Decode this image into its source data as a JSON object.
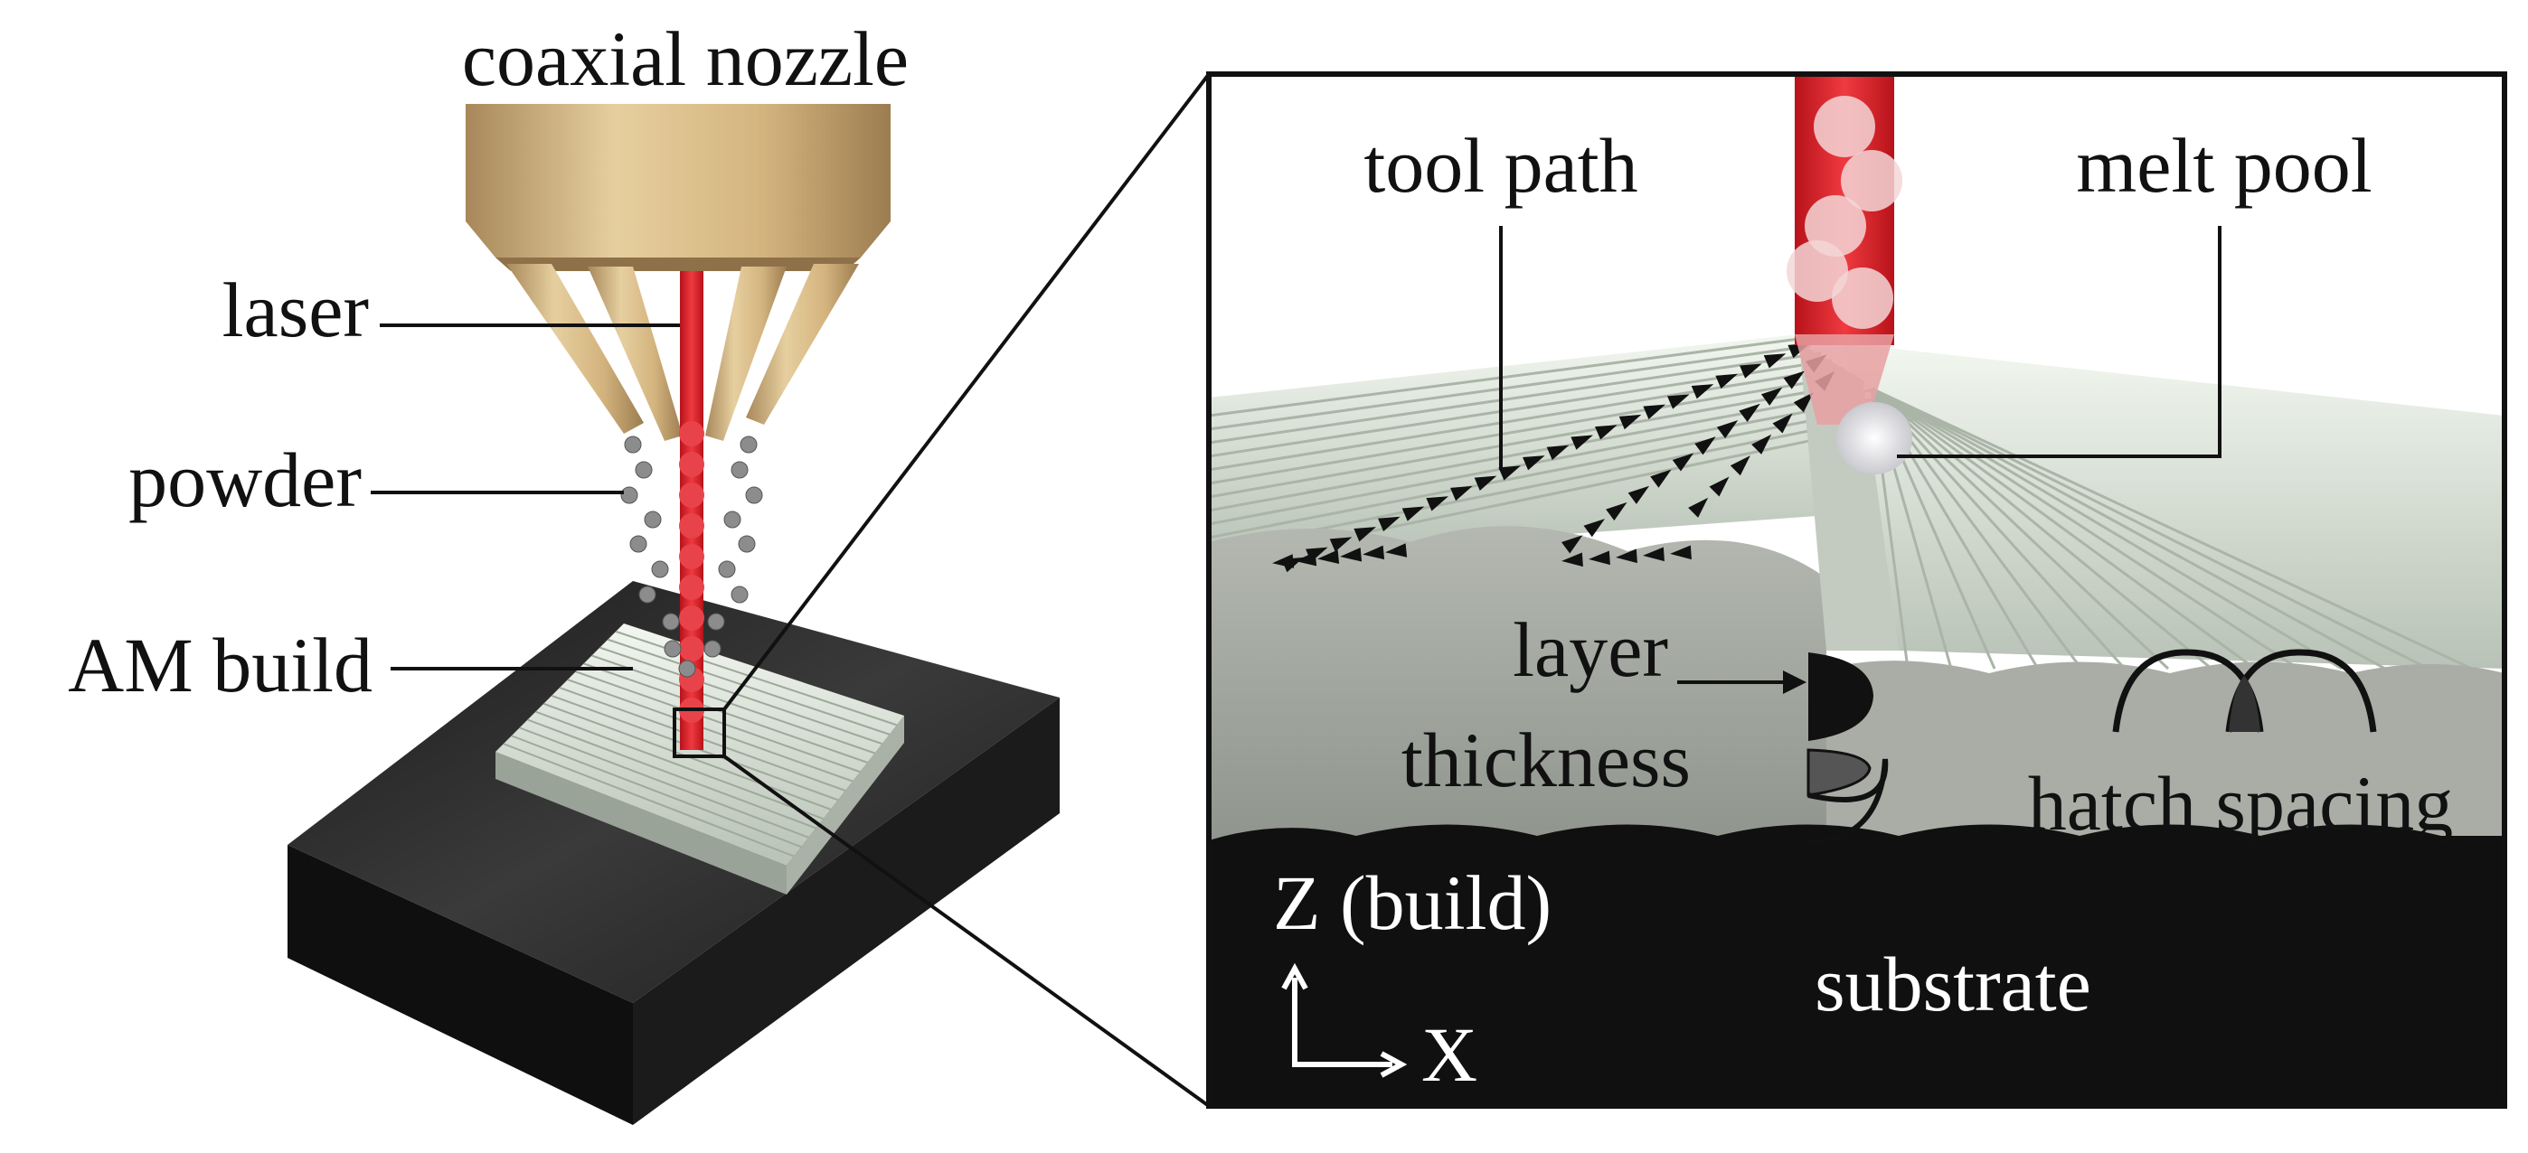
{
  "labels": {
    "nozzle": "coaxial nozzle",
    "laser": "laser",
    "powder": "powder",
    "build": "AM build",
    "tool_path": "tool path",
    "melt_pool": "melt pool",
    "layer": "layer",
    "thickness": "thickness",
    "hatch_spacing": "hatch spacing",
    "z_axis": "Z (build)",
    "x_axis": "X",
    "substrate": "substrate"
  },
  "colors": {
    "laser": "#d81f26",
    "nozzle": "#d2b27a",
    "bead": "#dfe8dc",
    "substrate": "#101010",
    "frame": "#111111"
  }
}
